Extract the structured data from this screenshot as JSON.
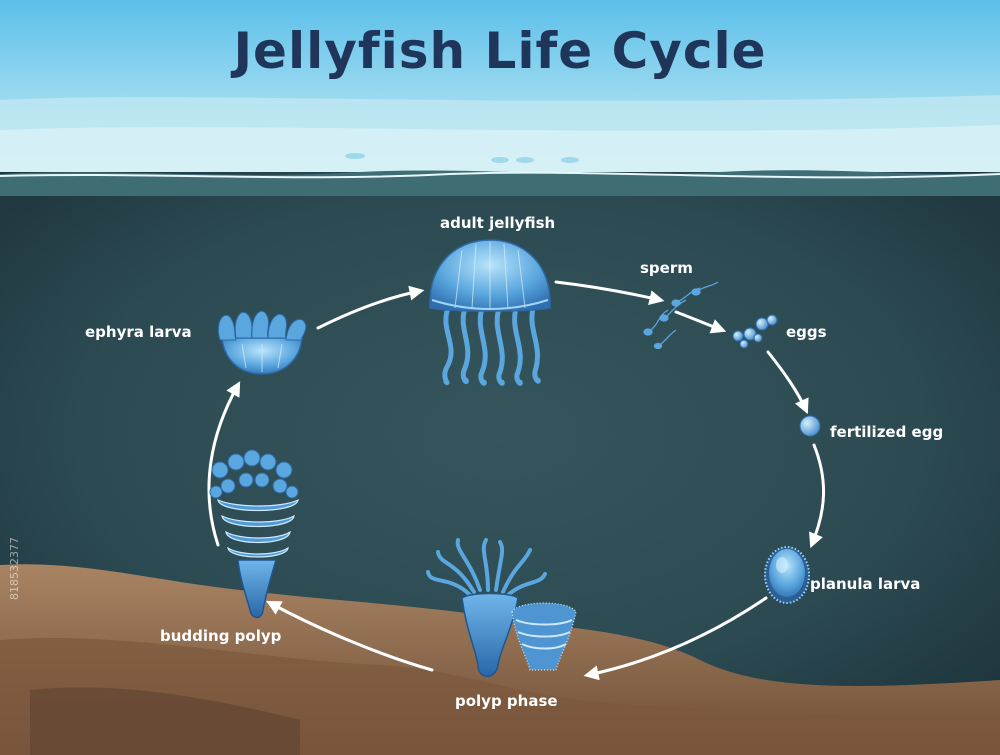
{
  "title": "Jellyfish Life Cycle",
  "stages": {
    "adult": "adult jellyfish",
    "sperm": "sperm",
    "eggs": "eggs",
    "fertilized": "fertilized egg",
    "planula": "planula larva",
    "polyp": "polyp phase",
    "budding": "budding polyp",
    "ephyra": "ephyra larva"
  },
  "watermark": "818532377",
  "colors": {
    "sky": "#8fd3ec",
    "water_top": "#3e6a71",
    "water_deep": "#1f363e",
    "sand": "#a0795a",
    "organism": "#4d9bd9",
    "arrow": "#ffffff",
    "title": "#1f3559"
  }
}
